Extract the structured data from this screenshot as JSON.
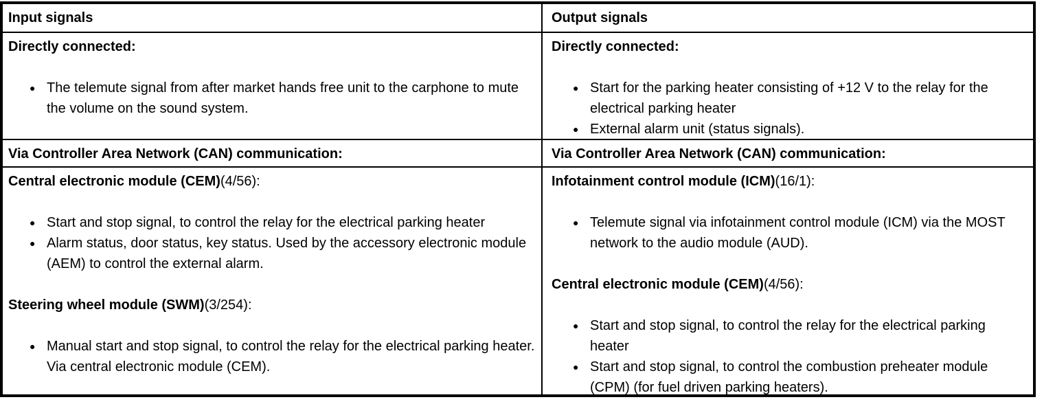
{
  "icons": {
    "bullet": "●"
  },
  "table": {
    "left": {
      "header": "Input signals",
      "directly_connected": {
        "title": "Directly connected:",
        "bullets": [
          "The telemute signal from after market hands free unit to the carphone to mute the volume on the sound system."
        ]
      },
      "can_title": "Via Controller Area Network (CAN) communication:",
      "can_sections": [
        {
          "module": "Central electronic module (CEM)",
          "ref": "(4/56):",
          "bullets": [
            "Start and stop signal, to control the relay for the electrical parking heater",
            "Alarm status, door status, key status. Used by the accessory electronic module (AEM) to control the external alarm."
          ]
        },
        {
          "module": "Steering wheel module (SWM)",
          "ref": "(3/254):",
          "bullets": [
            "Manual start and stop signal, to control the relay for the electrical parking heater. Via central electronic module (CEM)."
          ]
        }
      ]
    },
    "right": {
      "header": "Output signals",
      "directly_connected": {
        "title": "Directly connected:",
        "bullets": [
          "Start for the parking heater consisting of +12 V to the relay for the electrical parking heater",
          "External alarm unit (status signals)."
        ]
      },
      "can_title": "Via Controller Area Network (CAN) communication:",
      "can_sections": [
        {
          "module": "Infotainment control module (ICM)",
          "ref": "(16/1):",
          "bullets": [
            "Telemute signal via infotainment control module (ICM) via the MOST network to the audio module (AUD)."
          ]
        },
        {
          "module": "Central electronic module (CEM)",
          "ref": "(4/56):",
          "bullets": [
            "Start and stop signal, to control the relay for the electrical parking heater",
            "Start and stop signal, to control the combustion preheater module (CPM) (for fuel driven parking heaters)."
          ]
        }
      ]
    }
  }
}
